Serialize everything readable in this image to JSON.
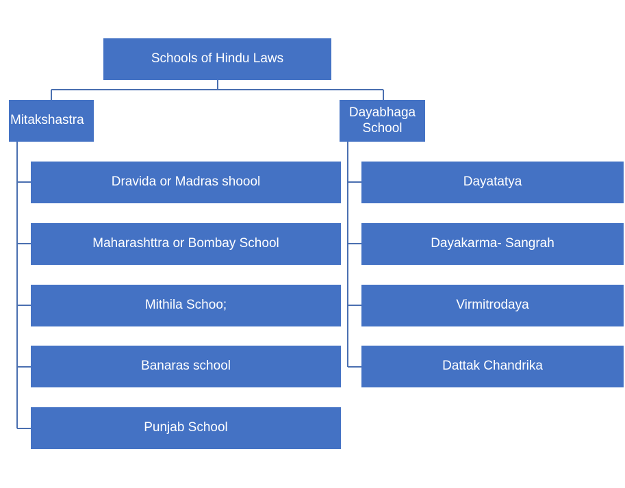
{
  "diagram": {
    "root": {
      "label": "Schools of Hindu Laws"
    },
    "branches": [
      {
        "label": "Mitakshastra",
        "children": [
          "Dravida or Madras shoool",
          "Maharashttra or Bombay School",
          "Mithila Schoo;",
          "Banaras school",
          "Punjab School"
        ]
      },
      {
        "label": "Dayabhaga School",
        "children": [
          "Dayatatya",
          "Dayakarma- Sangrah",
          "Virmitrodaya",
          "Dattak Chandrika"
        ]
      }
    ],
    "colors": {
      "node_fill": "#4472c4",
      "node_text": "#ffffff",
      "connector": "#4a6fb0"
    }
  }
}
